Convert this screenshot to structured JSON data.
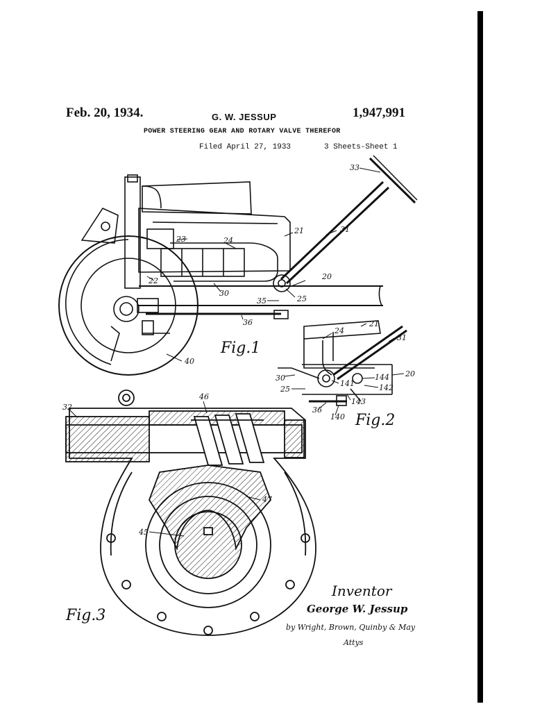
{
  "header": {
    "date": "Feb. 20, 1934.",
    "inventor": "G. W. JESSUP",
    "patent_number": "1,947,991",
    "title": "POWER STEERING GEAR AND ROTARY VALVE THEREFOR",
    "filed": "Filed April 27, 1933",
    "sheets": "3 Sheets-Sheet 1"
  },
  "figures": {
    "fig1": "Fig.1",
    "fig2": "Fig.2",
    "fig3": "Fig.3"
  },
  "refs": {
    "r33": "33",
    "r31a": "31",
    "r21a": "21",
    "r23": "23",
    "r24a": "24",
    "r22": "22",
    "r20a": "20",
    "r25a": "25",
    "r30a": "30",
    "r35": "35",
    "r36a": "36",
    "r40": "40",
    "r24b": "24",
    "r21b": "21",
    "r31b": "31",
    "r20b": "20",
    "r30b": "30",
    "r25b": "25",
    "r141": "141",
    "r144": "144",
    "r142": "142",
    "r143": "143",
    "r36b": "36",
    "r140": "140",
    "r32": "32",
    "r46": "46",
    "r47": "47",
    "r45": "45"
  },
  "signature": {
    "inventor_label": "Inventor",
    "inventor_name": "George W. Jessup",
    "attorneys": "by Wright, Brown, Quinby & May",
    "attys": "Attys"
  }
}
